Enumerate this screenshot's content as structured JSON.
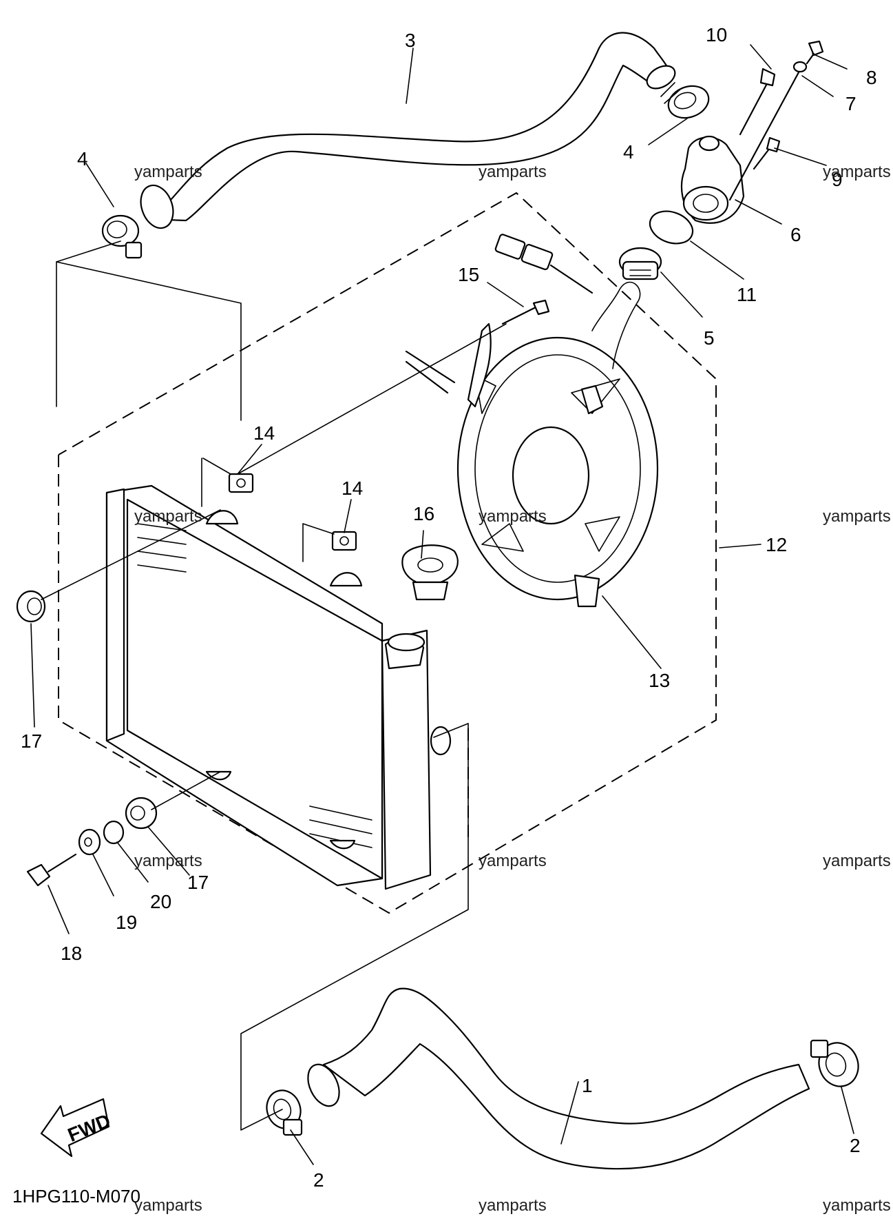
{
  "diagram": {
    "code": "1HPG110-M070",
    "fwd_label": "FWD",
    "watermark": "yamparts",
    "callouts": {
      "c1": "1",
      "c2a": "2",
      "c2b": "2",
      "c3": "3",
      "c4a": "4",
      "c4b": "4",
      "c5": "5",
      "c6": "6",
      "c7": "7",
      "c8": "8",
      "c9": "9",
      "c10": "10",
      "c11": "11",
      "c12": "12",
      "c13": "13",
      "c14a": "14",
      "c14b": "14",
      "c15": "15",
      "c16": "16",
      "c17a": "17",
      "c17b": "17",
      "c18": "18",
      "c19": "19",
      "c20": "20"
    }
  }
}
